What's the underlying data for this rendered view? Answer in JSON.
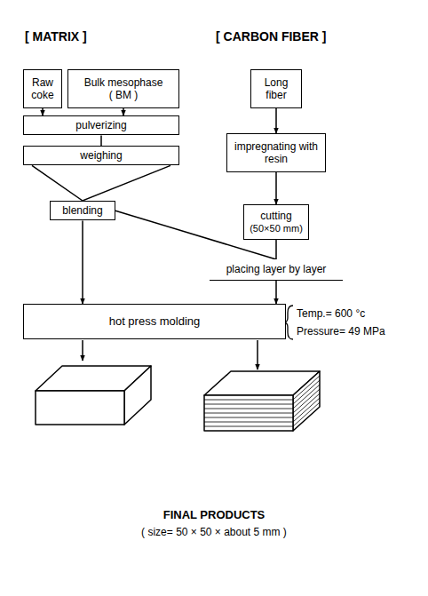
{
  "diagram": {
    "nodes": [
      {
        "text": [
          "Raw coke"
        ]
      },
      {
        "text": [
          "Bulk mesophase ( BM )"
        ]
      },
      {
        "text": [
          "Long fiber"
        ]
      },
      {
        "text": [
          "pulverizing"
        ]
      },
      {
        "text": [
          "impregnating with resin"
        ]
      },
      {
        "text": [
          "weighing"
        ]
      },
      {
        "text": [
          "blending"
        ]
      },
      {
        "text": [
          "cutting",
          "(50×50 mm)"
        ]
      },
      {
        "text": [
          "placing layer by layer"
        ]
      },
      {
        "text": [
          "hot press molding"
        ]
      }
    ],
    "edges": [
      {
        "from": 0,
        "to": 3,
        "arrow": "to"
      },
      {
        "from": 1,
        "to": 3,
        "arrow": "to"
      },
      {
        "from": 2,
        "to": 4,
        "arrow": "to"
      },
      {
        "from": 3,
        "to": 5,
        "arrow": "none"
      },
      {
        "from": 4,
        "to": 7,
        "arrow": "to"
      },
      {
        "from": 5,
        "to": 6,
        "arrow": "none"
      },
      {
        "from": 6,
        "to": 8,
        "arrow": "none"
      },
      {
        "from": 7,
        "to": 8,
        "arrow": "none"
      },
      {
        "from": 6,
        "to": 9,
        "arrow": "to"
      },
      {
        "from": 8,
        "to": 9,
        "arrow": "to"
      }
    ],
    "labels": [
      "[ MATRIX ]",
      "[ CARBON FIBER ]",
      "Temp.= 600 °c",
      "Pressure= 49 MPa",
      "FINAL PRODUCTS",
      "( size= 50 × 50 × about 5 mm )"
    ]
  }
}
